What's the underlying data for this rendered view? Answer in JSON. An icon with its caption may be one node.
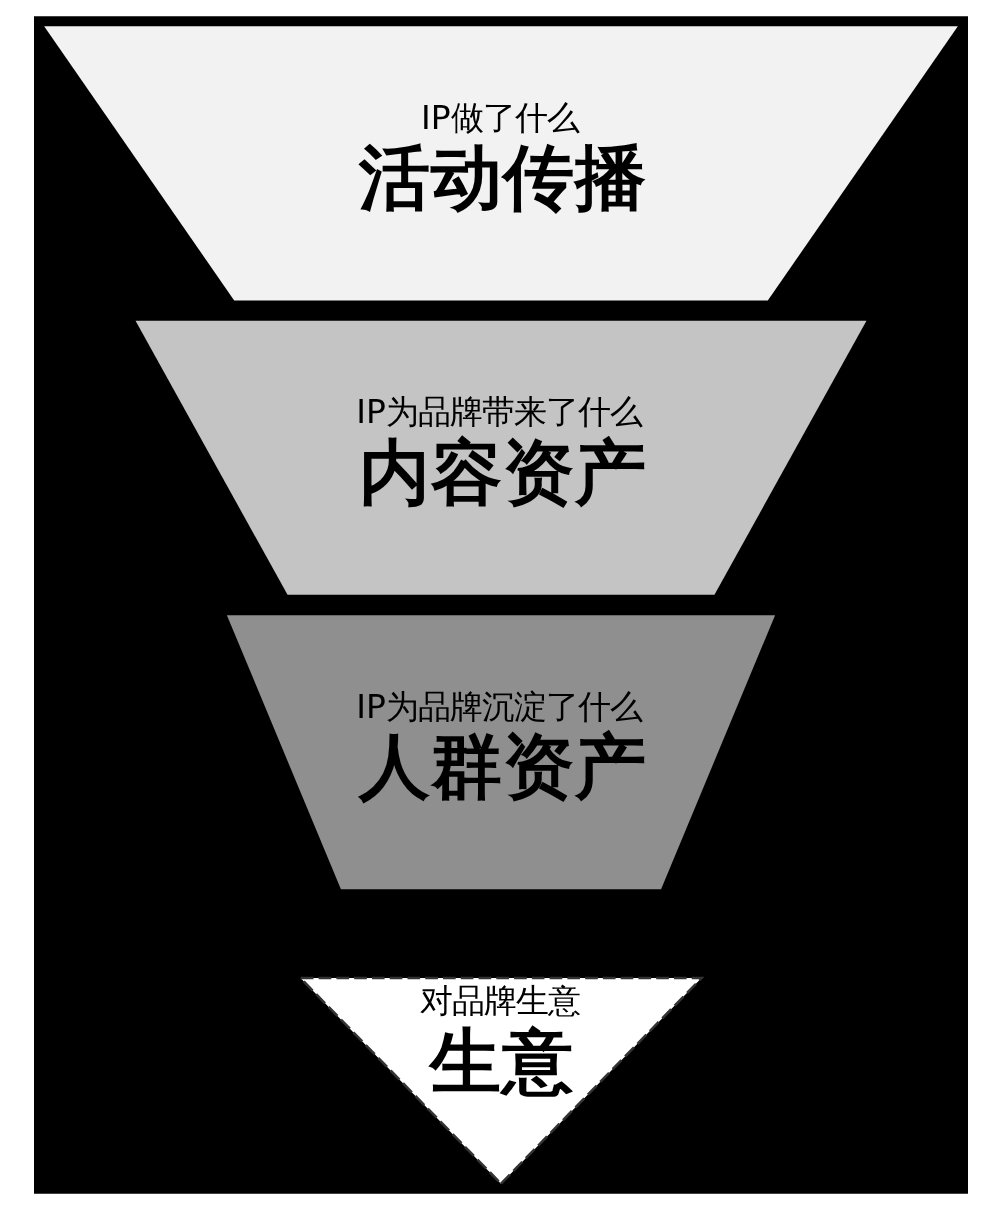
{
  "diagram": {
    "nodes": [
      {
        "text": [
          "IP做了什么",
          "活动传播"
        ]
      },
      {
        "text": [
          "IP为品牌带来了什么",
          "内容资产"
        ]
      },
      {
        "text": [
          "IP为品牌沉淀了什么",
          "人群资产"
        ]
      },
      {
        "text": [
          "对品牌生意",
          "生意"
        ]
      }
    ]
  }
}
